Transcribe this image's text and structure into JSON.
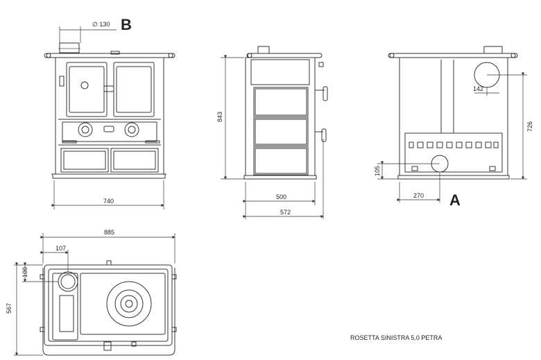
{
  "labels": {
    "flue_outlet": "B",
    "rear_outlet": "A",
    "model": "ROSETTA SINISTRA 5.0 PETRA"
  },
  "dims": {
    "flue_diameter": "∅ 130",
    "front_width": "740",
    "height": "843",
    "side_depth_inner": "500",
    "side_depth_total": "572",
    "rear_offset_142": "142",
    "rear_height_726": "726",
    "rear_height_105": "105",
    "rear_offset_270": "270",
    "top_width": "885",
    "top_offset_107": "107",
    "top_offset_100": "100",
    "top_depth": "567"
  }
}
